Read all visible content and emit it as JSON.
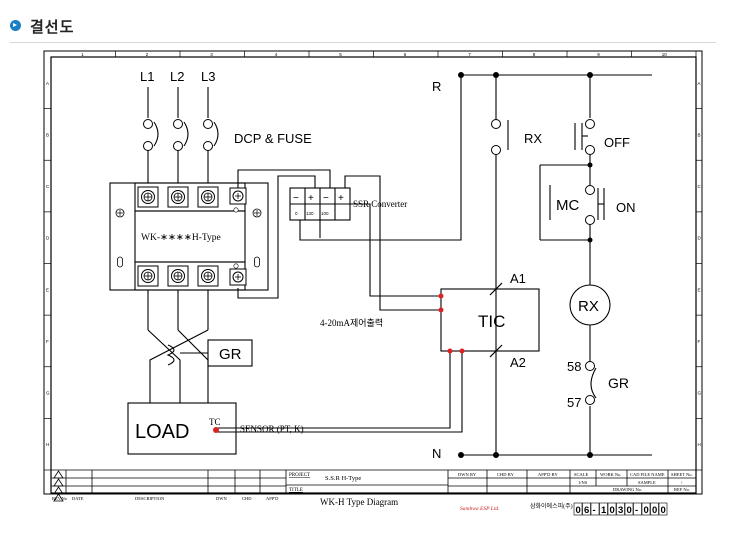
{
  "section_title": "결선도",
  "labels": {
    "L1": "L1",
    "L2": "L2",
    "L3": "L3",
    "R": "R",
    "N": "N",
    "dcp_fuse": "DCP & FUSE",
    "ssr_model": "WK-∗∗∗∗H-Type",
    "ssr_converter": "SSR Converter",
    "minus": "−",
    "plus": "+",
    "conv_terms": [
      "0",
      "130",
      "100"
    ],
    "rx_contact": "RX",
    "off": "OFF",
    "mc": "MC",
    "on": "ON",
    "a1": "A1",
    "a2": "A2",
    "tic": "TIC",
    "output_420": "4-20mA제어출력",
    "rx_coil": "RX",
    "gr_left": "GR",
    "load": "LOAD",
    "tc": "TC",
    "sensor": "SENSOR (PT, K)",
    "t58": "58",
    "t57": "57",
    "gr_right": "GR"
  },
  "ruler": {
    "top_numbers": [
      "1",
      "2",
      "3",
      "4",
      "5",
      "6",
      "7",
      "8",
      "9",
      "10"
    ],
    "side_letters": [
      "A",
      "B",
      "C",
      "D",
      "E",
      "F",
      "G",
      "H"
    ]
  },
  "title_block": {
    "rev_no": "REV.No",
    "date": "DATE",
    "description": "DESCRIPTION",
    "dwn": "DWN",
    "chd": "CHD",
    "appd": "APP'D",
    "project_label": "PROJECT",
    "project_value": "S.S.R  H-Type",
    "title_label": "TITLE",
    "title_value": "WK-H Type Diagram",
    "dwn_by": "DWN BY",
    "chd_by": "CHD BY",
    "appd_by": "APP'D BY",
    "scale": "SCALE",
    "scale_value": "1/NS",
    "work_no": "WORK No.",
    "cad_file": "CAD FILE NAME",
    "cad_value": "SAMPLE",
    "sheet_no": "SHEET No.",
    "sheet_value": "/",
    "drawing_no": "DRAWING No.",
    "ref_no": "REF No.",
    "company": "삼화이에스피(주)",
    "logo_text": "Samhwa ESP Ltd.",
    "drawing_number": [
      "0",
      "6",
      "-",
      "1",
      "0",
      "3",
      "0",
      "-",
      "0",
      "0",
      "0"
    ]
  }
}
